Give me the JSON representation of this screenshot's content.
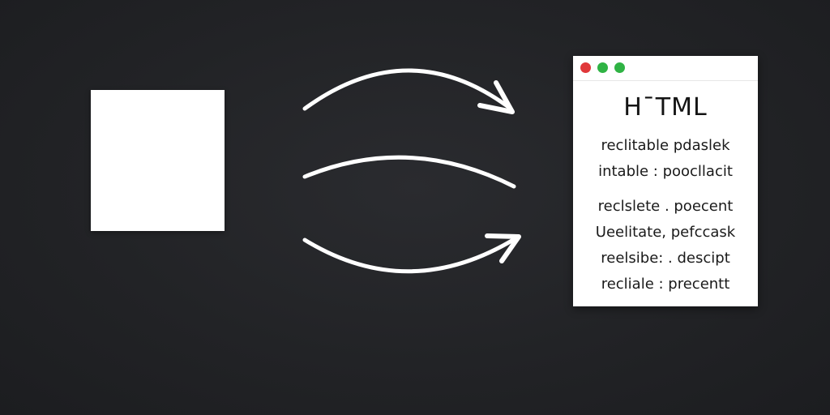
{
  "window": {
    "title": "H¯TML",
    "controls": {
      "close_color": "#e0383a",
      "minimize_color": "#2fb344",
      "maximize_color": "#2fb344"
    },
    "lines": [
      "reclitable pdaslek",
      "intable : poocllacit",
      "reclslete . poecent",
      "Ueelitate, pefccask",
      "reelsibe: . descipt",
      "recliale : precentt"
    ]
  },
  "icons": {
    "arrow_top": "curved-arrow-icon",
    "arc_middle": "curved-line-icon",
    "arrow_bottom": "curved-arrow-icon"
  }
}
